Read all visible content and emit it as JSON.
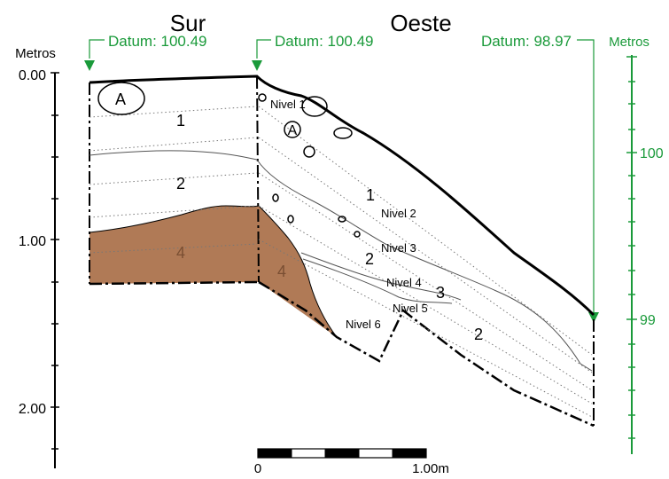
{
  "titles": {
    "left": "Sur",
    "right": "Oeste"
  },
  "left_axis": {
    "label": "Metros",
    "ticks": [
      "0.00",
      "1.00",
      "2.00"
    ]
  },
  "right_axis": {
    "label": "Metros",
    "ticks": [
      "100",
      "99"
    ],
    "color": "#1a9a3a"
  },
  "datums": [
    {
      "label": "Datum: 100.49"
    },
    {
      "label": "Datum: 100.49"
    },
    {
      "label": "Datum: 98.97"
    }
  ],
  "layers": {
    "left": [
      "A",
      "1",
      "2",
      "4"
    ],
    "right": [
      "A",
      "1",
      "2",
      "3",
      "2",
      "4"
    ]
  },
  "levels": [
    "Nivel 1",
    "Nivel 2",
    "Nivel 3",
    "Nivel 4",
    "Nivel 5",
    "Nivel 6"
  ],
  "scale_bar": {
    "start": "0",
    "end": "1.00m"
  },
  "colors": {
    "fill_layer_4": "#b07a56",
    "datum_green": "#1a9a3a",
    "line": "#000000"
  }
}
